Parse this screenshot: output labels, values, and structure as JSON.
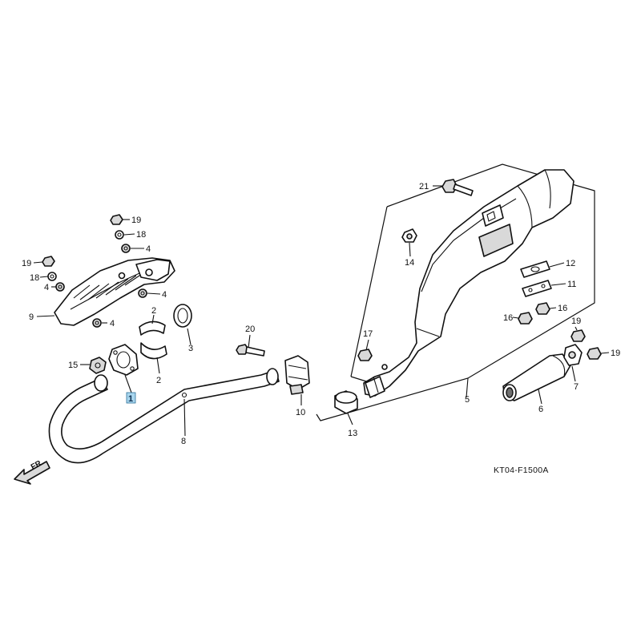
{
  "diagram_code": "KT04-F1500A",
  "direction_label": "FR.",
  "highlight_color": "#a9d6ee",
  "callouts": {
    "c1": "1",
    "c2a": "2",
    "c2b": "2",
    "c3": "3",
    "c4a": "4",
    "c4b": "4",
    "c4c": "4",
    "c4d": "4",
    "c5": "5",
    "c6": "6",
    "c7": "7",
    "c8": "8",
    "c9": "9",
    "c10": "10",
    "c11": "11",
    "c12": "12",
    "c13": "13",
    "c14": "14",
    "c15": "15",
    "c16a": "16",
    "c16b": "16",
    "c17": "17",
    "c18a": "18",
    "c18b": "18",
    "c19a": "19",
    "c19b": "19",
    "c19c": "19",
    "c19d": "19",
    "c20": "20",
    "c21": "21"
  }
}
